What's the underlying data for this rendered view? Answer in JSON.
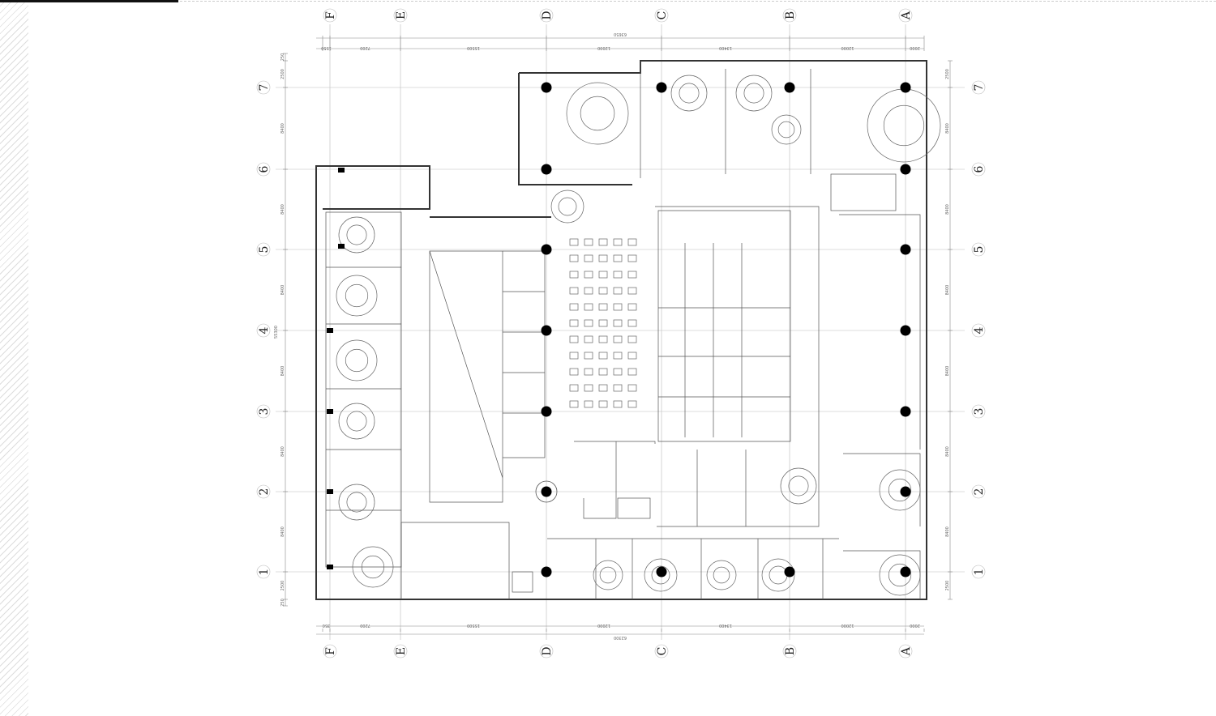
{
  "drawing": {
    "type": "floor-plan"
  },
  "grid": {
    "columns": [
      "F",
      "E",
      "D",
      "C",
      "B",
      "A"
    ],
    "rows": [
      "7",
      "6",
      "5",
      "4",
      "3",
      "2",
      "1"
    ]
  },
  "dimensions": {
    "top_total": "63650",
    "top_segments": [
      "1550",
      "7200",
      "15500",
      "12000",
      "13400",
      "12000",
      "2000"
    ],
    "bottom_total": "62300",
    "bottom_segments": [
      "350",
      "7200",
      "15500",
      "12000",
      "13400",
      "12000",
      "2000"
    ],
    "left_total": "55300",
    "left_outer": [
      "250",
      "2500",
      "8400",
      "8400",
      "8400",
      "8400",
      "8400",
      "8400",
      "2500",
      "250"
    ],
    "right_outer": [
      "2500",
      "8400",
      "8400",
      "8400",
      "8400",
      "8400",
      "8400",
      "2500"
    ]
  }
}
